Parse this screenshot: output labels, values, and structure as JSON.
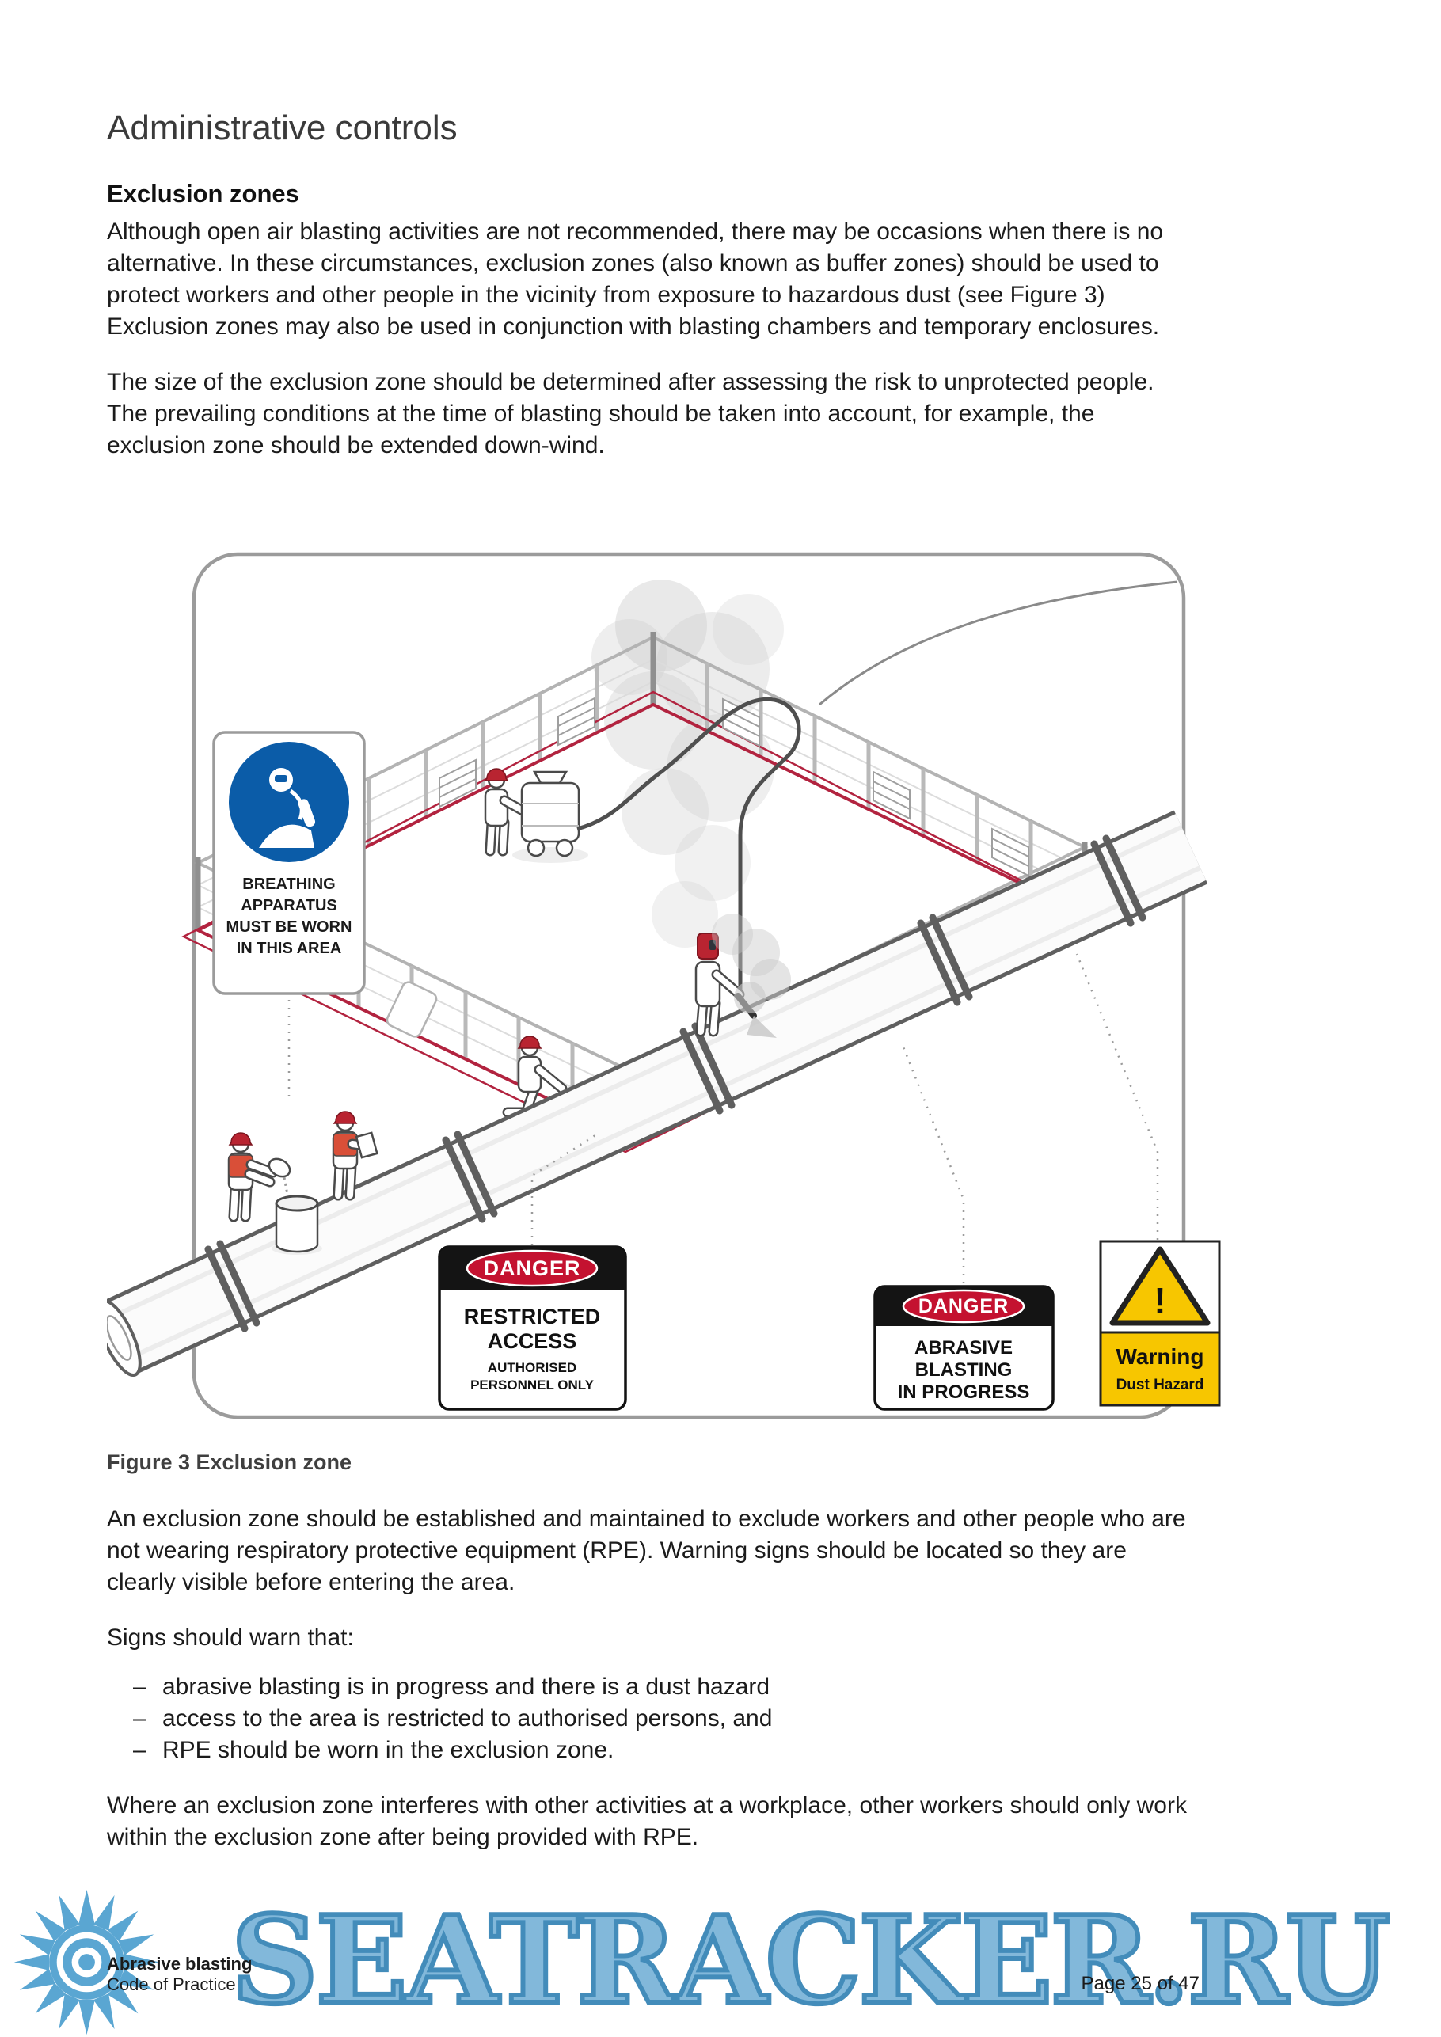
{
  "document": {
    "title": "Administrative controls",
    "section": {
      "heading": "Exclusion zones",
      "para1": "Although open air blasting activities are not recommended, there may be occasions when there is no alternative. In these circumstances, exclusion zones (also known as buffer zones) should be used to protect workers and other people in the vicinity from exposure to hazardous dust (see Figure 3) Exclusion zones may also be used in conjunction with blasting chambers and temporary enclosures.",
      "para2": "The size of the exclusion zone should be determined after assessing the risk to unprotected people. The prevailing conditions at the time of blasting should be taken into account, for example, the exclusion zone should be extended down-wind."
    },
    "figure": {
      "caption": "Figure 3 Exclusion zone",
      "signs": {
        "breathing_apparatus": {
          "lines": [
            "BREATHING",
            "APPARATUS",
            "MUST BE WORN",
            "IN THIS AREA"
          ]
        },
        "danger_restricted": {
          "header": "DANGER",
          "lines": [
            "RESTRICTED",
            "ACCESS",
            "AUTHORISED",
            "PERSONNEL ONLY"
          ]
        },
        "danger_blasting": {
          "header": "DANGER",
          "lines": [
            "ABRASIVE",
            "BLASTING",
            "IN PROGRESS"
          ]
        },
        "warning_dust": {
          "mark": "!",
          "lines": [
            "Warning",
            "Dust Hazard"
          ]
        }
      }
    },
    "after_figure": {
      "para3": "An exclusion zone should be established and maintained to exclude workers and other people who are not wearing respiratory protective equipment (RPE). Warning signs should be located so they are clearly visible before entering the area.",
      "para4": "Signs should warn that:",
      "bullet_marker": "–",
      "bullets": [
        "abrasive blasting is in progress and there is a dust hazard",
        "access to the area is restricted to authorised persons, and",
        "RPE should be worn in the exclusion zone."
      ],
      "para5": "Where an exclusion zone interferes with other activities at a workplace, other workers should only work within the exclusion zone after being provided with RPE."
    },
    "footer": {
      "doc_name": "Abrasive blasting",
      "doc_subtitle": "Code of Practice",
      "page_indicator": "Page 25 of 47"
    },
    "watermark": "SEATRACKER.RU"
  },
  "colors": {
    "danger_red": "#c41230",
    "mandatory_blue": "#0b5ca8",
    "warning_yellow": "#f7c600",
    "zone_red": "#b2233f",
    "watermark_blue": "#79b3d8"
  }
}
